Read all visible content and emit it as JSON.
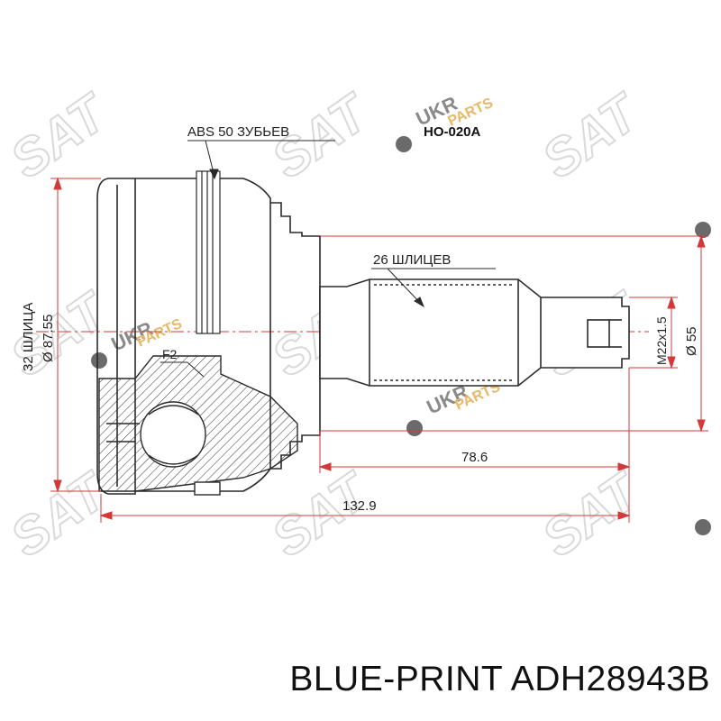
{
  "drawing": {
    "part_code": "HO-020A",
    "labels": {
      "abs": "ABS 50 ЗУБЬЕВ",
      "inner_splines": "26 ШЛИЦЕВ",
      "outer_splines": "32 ШЛИЦА",
      "f2": "F2"
    },
    "dimensions": {
      "outer_diameter": "Ø 87.55",
      "flange_diameter": "Ø 55",
      "thread": "M22x1.5",
      "shaft_length": "78.6",
      "total_length": "132.9"
    }
  },
  "watermarks": {
    "sat": "SAT",
    "ukr": "UKR",
    "parts": "PARTS"
  },
  "colors": {
    "line": "#2a2a2a",
    "dimension": "#d23a3a",
    "watermark": "#d6d6d6",
    "watermark_accent": "#e8b866"
  },
  "footer": {
    "caption": "BLUE-PRINT ADH28943B"
  }
}
